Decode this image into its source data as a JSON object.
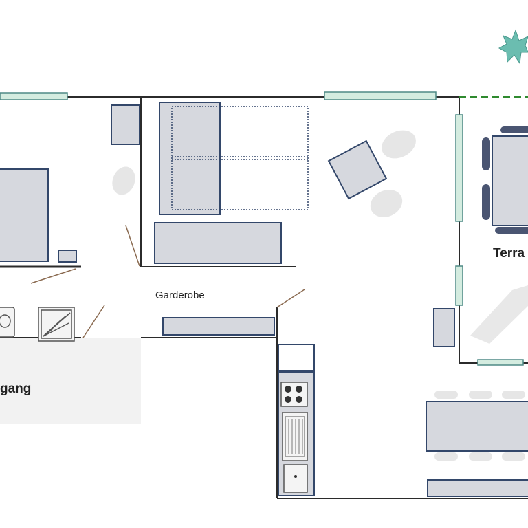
{
  "plan": {
    "labels": {
      "terrace": "Terra",
      "wardrobe": "Garderobe",
      "entrance": "gang"
    },
    "colors": {
      "wall": "#2b2b2b",
      "window_fill": "#d4ece0",
      "window_stroke": "#4f8a86",
      "furniture_fill": "#d6d8de",
      "furniture_stroke": "#33476a",
      "door": "#8a6a50",
      "terrace_line": "#2f8a2f",
      "plant": "#6bbdb0",
      "hall_floor": "#f2f2f2"
    },
    "icons": [
      "plant-icon",
      "stove-icon",
      "sink-icon",
      "shower-icon",
      "toilet-icon"
    ]
  }
}
